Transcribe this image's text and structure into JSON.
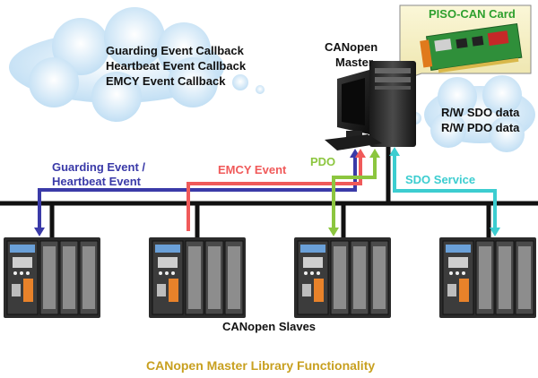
{
  "callout_left": {
    "lines": [
      "Guarding Event Callback",
      "Heartbeat Event Callback",
      "EMCY Event Callback"
    ]
  },
  "callout_right": {
    "lines": [
      "R/W SDO data",
      "R/W PDO data"
    ]
  },
  "master": {
    "label_line1": "CANopen",
    "label_line2": "Master",
    "card_title": "PISO-CAN Card"
  },
  "arrows": {
    "guarding_line1": "Guarding Event /",
    "guarding_line2": "Heartbeat Event",
    "emcy": "EMCY Event",
    "pdo": "PDO",
    "sdo": "SDO Service"
  },
  "slaves_label": "CANopen Slaves",
  "caption": "CANopen Master Library Functionality",
  "colors": {
    "guarding": "#3a3aa8",
    "emcy": "#f05a5a",
    "pdo": "#8cc63f",
    "sdo": "#3ccdd0",
    "caption": "#c8a020",
    "card_title": "#2ea02e",
    "bus": "#111111",
    "cloud": "#cfe6f7"
  }
}
